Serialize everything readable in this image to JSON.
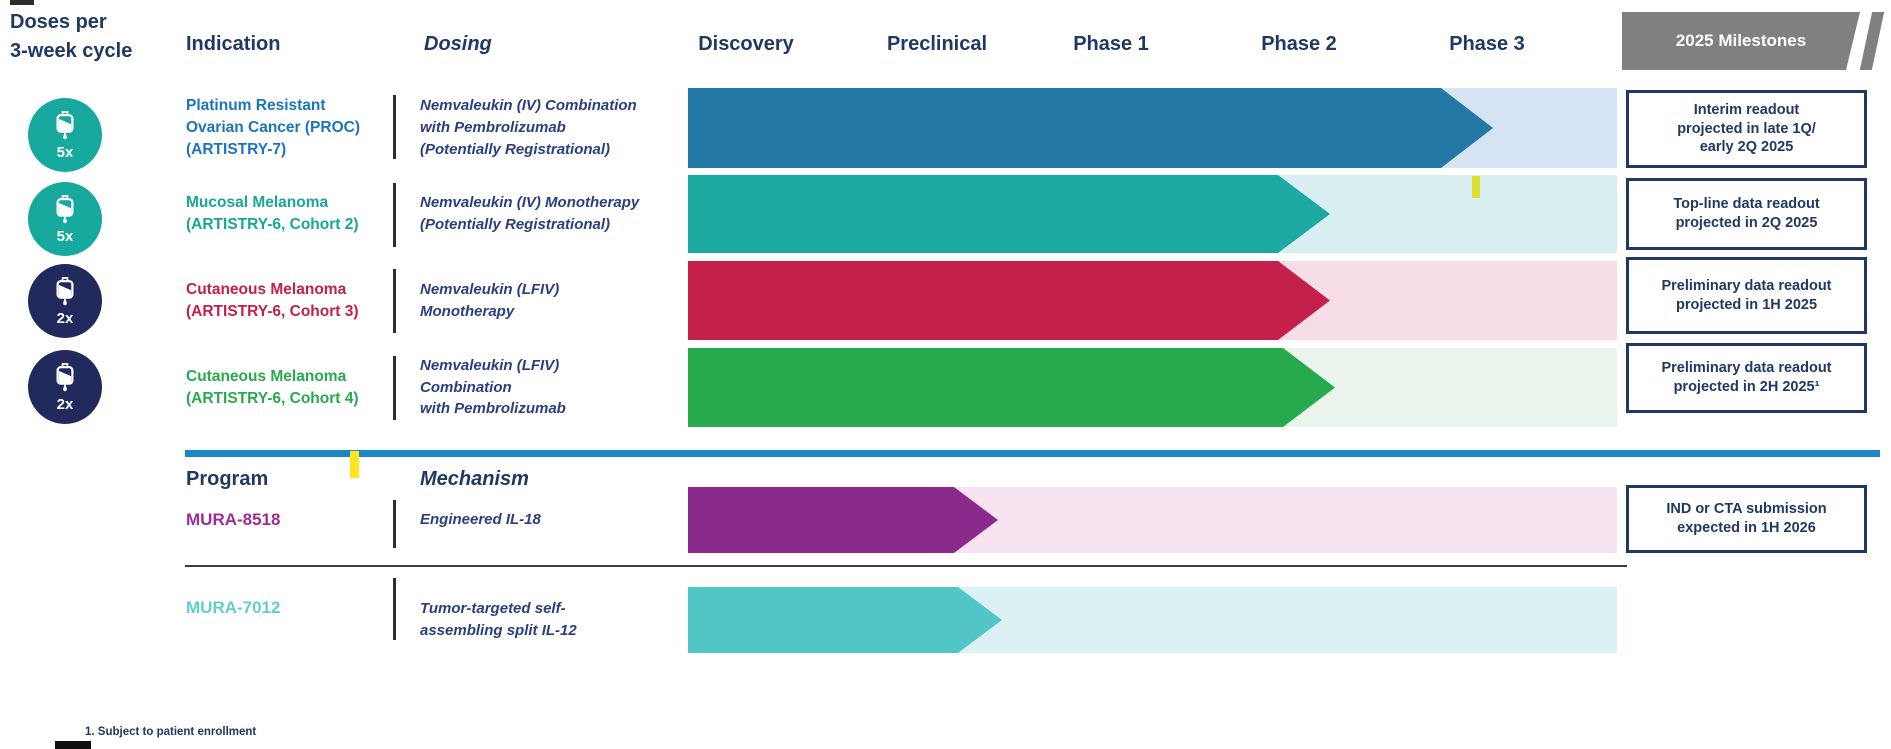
{
  "header": {
    "doses_label": "Doses per\n3-week cycle",
    "indication_label": "Indication",
    "dosing_label": "Dosing",
    "phases": [
      "Discovery",
      "Preclinical",
      "Phase 1",
      "Phase 2",
      "Phase 3"
    ],
    "milestones_label": "2025 Milestones"
  },
  "rows": [
    {
      "dose": "5x",
      "indication": "Platinum Resistant\nOvarian Cancer (PROC)\n(ARTISTRY-7)",
      "dosing": "Nemvaleukin (IV) Combination\nwith Pembrolizumab\n(Potentially Registrational)",
      "progress_phase": "Phase 3",
      "milestone": "Interim readout\nprojected in late 1Q/\nearly 2Q 2025",
      "arrow_color": "#2478A6",
      "track_color": "#D5E3F4",
      "indication_color": "#1B75BC",
      "dose_badge_color": "#17A99D"
    },
    {
      "dose": "5x",
      "indication": "Mucosal Melanoma\n(ARTISTRY-6, Cohort 2)",
      "dosing": "Nemvaleukin (IV) Monotherapy\n(Potentially Registrational)",
      "progress_phase": "Phase 2",
      "milestone": "Top-line data readout\nprojected in 2Q 2025",
      "arrow_color": "#1CA9A2",
      "track_color": "#D8EEF0",
      "indication_color": "#16A795",
      "dose_badge_color": "#17A99D"
    },
    {
      "dose": "2x",
      "indication": "Cutaneous Melanoma\n(ARTISTRY-6, Cohort 3)",
      "dosing": "Nemvaleukin (LFIV)\nMonotherapy",
      "progress_phase": "Phase 2",
      "milestone": "Preliminary data readout\nprojected in 1H 2025",
      "arrow_color": "#C4204B",
      "track_color": "#F6DDE8",
      "indication_color": "#C2204A",
      "dose_badge_color": "#202A5C"
    },
    {
      "dose": "2x",
      "indication": "Cutaneous Melanoma\n(ARTISTRY-6, Cohort 4)",
      "dosing": "Nemvaleukin (LFIV) Combination\nwith Pembrolizumab",
      "progress_phase": "Phase 2",
      "milestone": "Preliminary data readout\nprojected in 2H 2025¹",
      "arrow_color": "#27A94E",
      "track_color": "#98CEA8",
      "indication_color": "#27A94F",
      "dose_badge_color": "#202A5C"
    }
  ],
  "programs": {
    "program_label": "Program",
    "mechanism_label": "Mechanism",
    "items": [
      {
        "name": "MURA-8518",
        "mechanism": "Engineered IL-18",
        "progress_phase": "Preclinical",
        "milestone": "IND or CTA submission\nexpected in 1H 2026",
        "arrow_color": "#8A2B8C",
        "track_color": "#F8E3F0",
        "name_color": "#9C2D96"
      },
      {
        "name": "MURA-7012",
        "mechanism": "Tumor-targeted self-\nassembling split IL-12",
        "progress_phase": "Preclinical",
        "milestone": "",
        "arrow_color": "#52C5C6",
        "track_color": "#DBF1F3",
        "name_color": "#63CFCB"
      }
    ]
  },
  "footnote": "1. Subject to patient enrollment",
  "colors": {
    "navy_text": "#1F3864",
    "dosing_text": "#2B3F80",
    "banner_gray": "#808080",
    "section_divider_blue": "#1B86C8",
    "highlight_yellow": "#E8E02A"
  }
}
